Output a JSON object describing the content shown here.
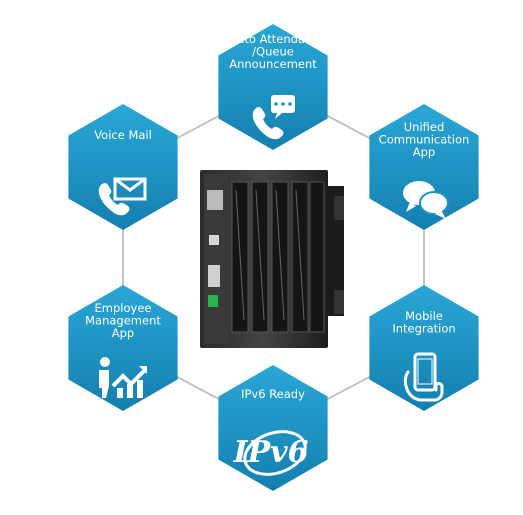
{
  "diagram": {
    "center": {
      "name": "ip-pbx-server-chassis"
    },
    "colors": {
      "hex_fill": "#1d93c4",
      "hex_fill_light": "#2aa7d6",
      "connector": "#c3c3c3",
      "icon": "#ffffff"
    },
    "nodes": [
      {
        "id": "auto-attendant",
        "label_lines": [
          "Auto Attendant",
          "/Queue",
          "Announcement"
        ],
        "icon": "phone-chat-icon"
      },
      {
        "id": "unified-communication",
        "label_lines": [
          "Unified",
          "Communication",
          "App"
        ],
        "icon": "chat-bubbles-icon"
      },
      {
        "id": "mobile-integration",
        "label_lines": [
          "Mobile",
          "Integration"
        ],
        "icon": "smartphone-hand-icon"
      },
      {
        "id": "ipv6-ready",
        "label_lines": [
          "IPv6 Ready"
        ],
        "icon": "ipv6-logo-icon",
        "icon_text": "IPv6"
      },
      {
        "id": "employee-management",
        "label_lines": [
          "Employee",
          "Management",
          "App"
        ],
        "icon": "employee-chart-icon"
      },
      {
        "id": "voice-mail",
        "label_lines": [
          "Voice Mail"
        ],
        "icon": "phone-envelope-icon"
      }
    ]
  }
}
